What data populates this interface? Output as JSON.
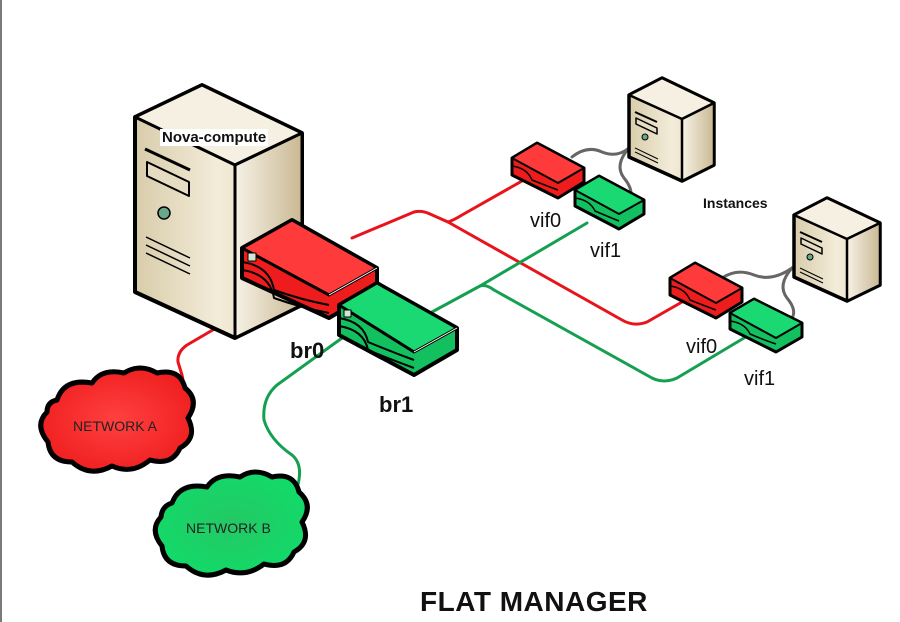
{
  "diagram": {
    "title": "FLAT MANAGER",
    "host": {
      "label": "Nova-compute"
    },
    "bridges": [
      {
        "label": "br0",
        "color": "#ff2020"
      },
      {
        "label": "br1",
        "color": "#1db954"
      }
    ],
    "instances_label": "Instances",
    "instances": [
      {
        "vifs": [
          {
            "label": "vif0",
            "color": "#ff2020"
          },
          {
            "label": "vif1",
            "color": "#1db954"
          }
        ]
      },
      {
        "vifs": [
          {
            "label": "vif0",
            "color": "#ff2020"
          },
          {
            "label": "vif1",
            "color": "#1db954"
          }
        ]
      }
    ],
    "networks": [
      {
        "label": "NETWORK A",
        "color": "#ff2a2a"
      },
      {
        "label": "NETWORK B",
        "color": "#14d060"
      }
    ],
    "colors": {
      "red_link": "#e8141c",
      "green_link": "#14a050",
      "gray_link": "#666666",
      "server_body": "#efe6cf",
      "server_dark": "#bfae8a"
    }
  }
}
